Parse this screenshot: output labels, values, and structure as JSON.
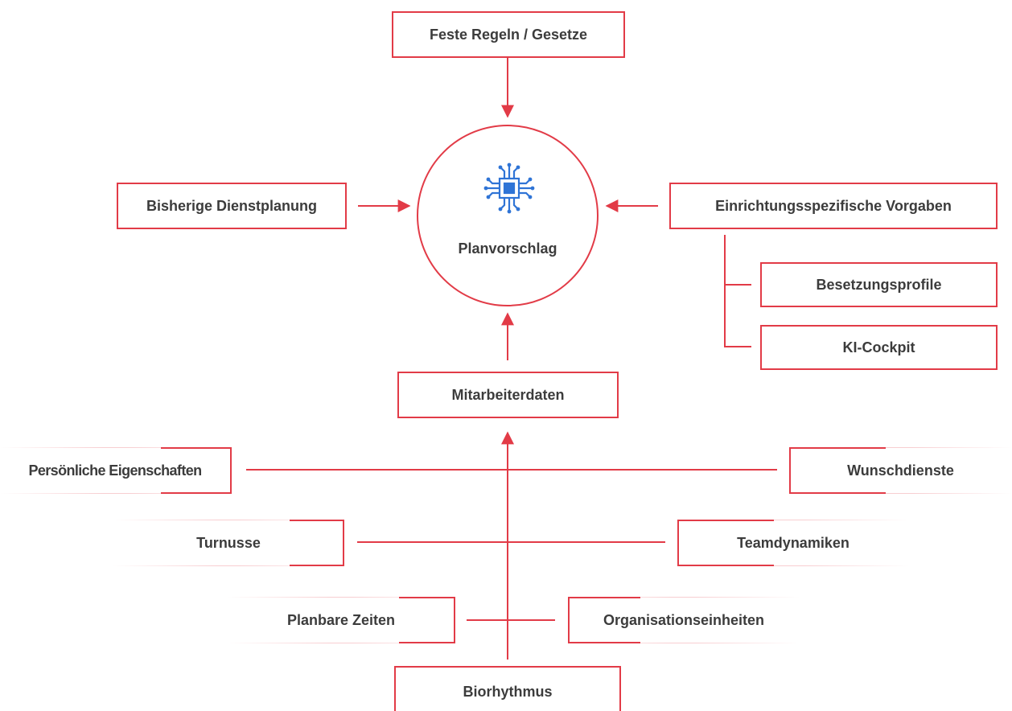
{
  "center": {
    "label": "Planvorschlag",
    "icon": "ai-chip-icon"
  },
  "boxes": {
    "feste_regeln": "Feste Regeln / Gesetze",
    "bisherige": "Bisherige Dienstplanung",
    "einrichtung": "Einrichtungsspezifische Vorgaben",
    "besetzung": "Besetzungsprofile",
    "ki_cockpit": "KI-Cockpit",
    "mitarbeiter": "Mitarbeiterdaten",
    "persoenlich": "Persönliche Eigenschaften",
    "wunsch": "Wunschdienste",
    "turnusse": "Turnusse",
    "team": "Teamdynamiken",
    "planbar": "Planbare Zeiten",
    "orga": "Organisationseinheiten",
    "bio": "Biorhythmus"
  },
  "colors": {
    "accent": "#e23b47",
    "icon": "#2f74d6",
    "text": "#3c3c3c"
  }
}
